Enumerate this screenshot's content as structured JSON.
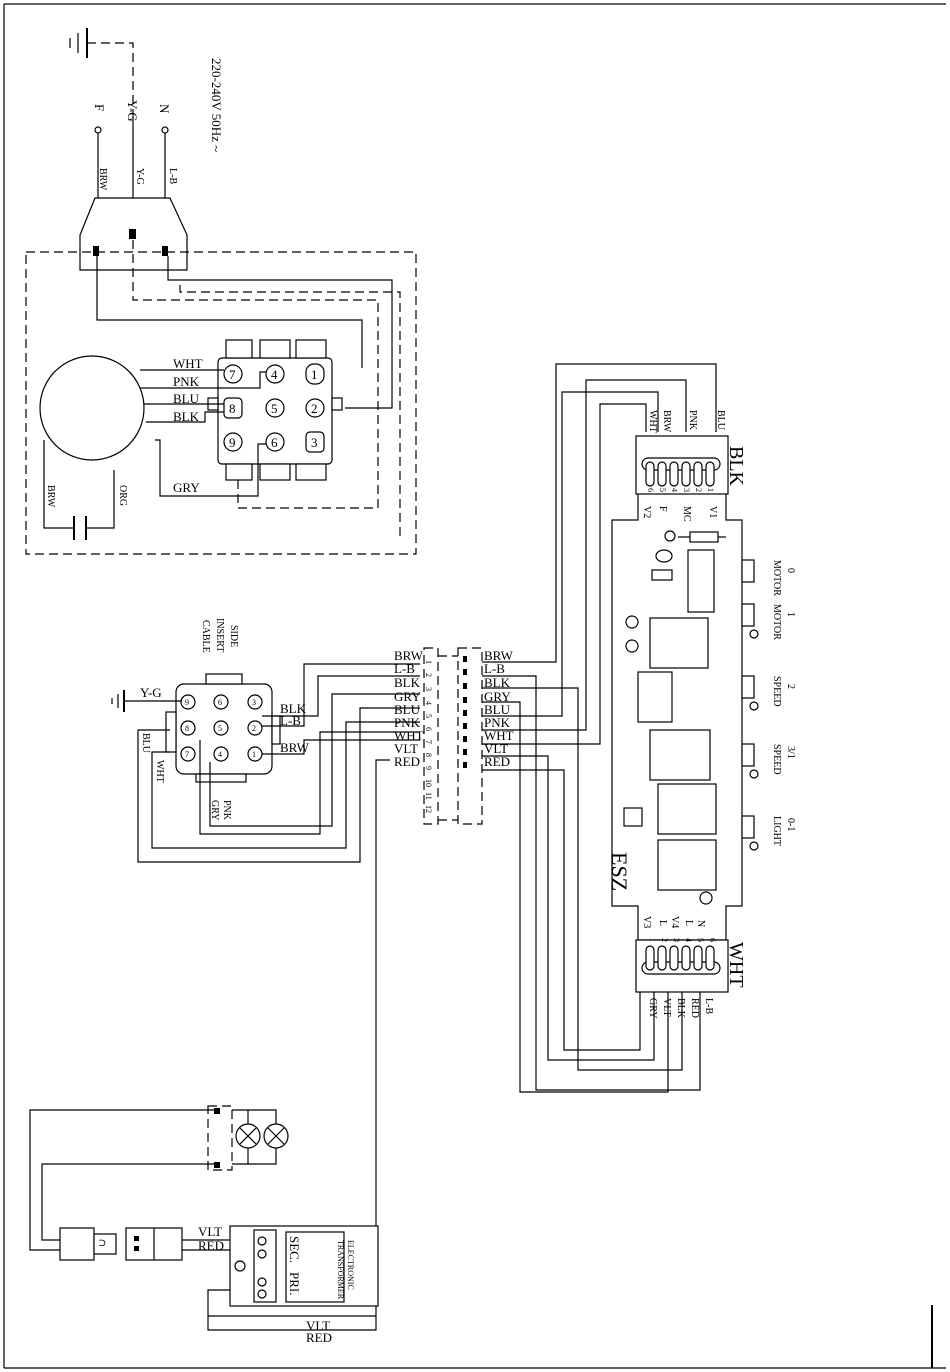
{
  "supply": {
    "voltage": "220-240V 50Hz ~",
    "n": "N",
    "yg": "Y-G",
    "f": "F",
    "lb": "L-B",
    "brw": "BRW"
  },
  "motor": {
    "wire_labels": [
      "WHT",
      "PNK",
      "BLU",
      "BLK",
      "GRY"
    ],
    "pins": [
      "7",
      "4",
      "1",
      "8",
      "5",
      "2",
      "9",
      "6",
      "3"
    ],
    "cap_left": "BRW",
    "cap_right": "ORG"
  },
  "side_connector": {
    "title_lines": [
      "SIDE",
      "INSERT",
      "CABLE"
    ],
    "pins": [
      "9",
      "6",
      "3",
      "8",
      "5",
      "2",
      "7",
      "4",
      "1"
    ],
    "yg": "Y-G",
    "blk": "BLK",
    "lb": "L-B",
    "brw": "BRW",
    "blu": "BLU",
    "wht": "WHT",
    "pnk": "PNK",
    "gry": "GRY"
  },
  "terminal_block": {
    "left_labels": [
      "BRW",
      "L-B",
      "BLK",
      "GRY",
      "BLU",
      "PNK",
      "WHT",
      "VLT",
      "RED"
    ],
    "right_labels": [
      "BRW",
      "L-B",
      "BLK",
      "GRY",
      "BLU",
      "PNK",
      "WHT",
      "VLT",
      "RED"
    ],
    "numbers": [
      "1",
      "2",
      "3",
      "4",
      "5",
      "6",
      "7",
      "8",
      "9",
      "10",
      "11",
      "12"
    ]
  },
  "board": {
    "name": "ESZ",
    "blk_connector": "BLK",
    "wht_connector": "WHT",
    "blk_wires": [
      "WHT",
      "BRW",
      "PNK",
      "BLU"
    ],
    "blk_pins": [
      "6",
      "5",
      "4",
      "3",
      "2",
      "1"
    ],
    "blk_signals": [
      "V2",
      "F",
      "MC",
      "V1"
    ],
    "wht_wires": [
      "GRY",
      "VLT",
      "BLK",
      "RED",
      "L-B"
    ],
    "wht_pins": [
      "1",
      "2",
      "3",
      "4",
      "5",
      "6"
    ],
    "wht_signals": [
      "V3",
      "L",
      "V4",
      "L",
      "N"
    ],
    "buttons": [
      {
        "num": "0",
        "label": "MOTOR"
      },
      {
        "num": "1",
        "label": "MOTOR"
      },
      {
        "num": "2",
        "label": "SPEED"
      },
      {
        "num": "3/1",
        "label": "SPEED"
      },
      {
        "num": "0-1",
        "label": "LIGHT"
      }
    ]
  },
  "lighting": {
    "transformer_title_1": "ELECTRONIC",
    "transformer_title_2": "TRANSFORMER",
    "sec": "SEC.",
    "pri": "PRI.",
    "vlt": "VLT",
    "red": "RED",
    "bottom_vlt": "VLT",
    "bottom_red": "RED"
  }
}
